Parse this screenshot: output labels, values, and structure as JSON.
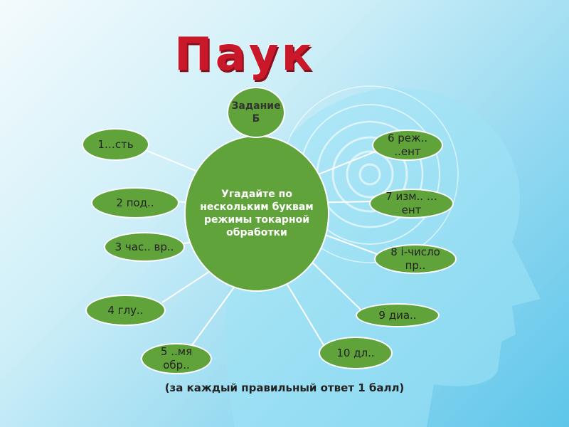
{
  "title": "Паук",
  "center": "Угадайте по нескольким буквам режимы токарной обработки",
  "top_node": "Задание Б",
  "nodes": [
    "1…сть",
    "2 под..",
    "3 час.. вр..",
    "4 глу..",
    "5 ..мя обр..",
    "6 реж.. ..ент",
    "7 изм.. …ент",
    "8 i-число пр..",
    "9 диа..",
    "10 дл.."
  ],
  "footer": "(за каждый правильный ответ 1 балл)",
  "colors": {
    "node_fill": "#5fa33a",
    "title_red": "#c8182a",
    "background_light": "#f4fbfd",
    "background_blue": "#5ec6ea"
  }
}
